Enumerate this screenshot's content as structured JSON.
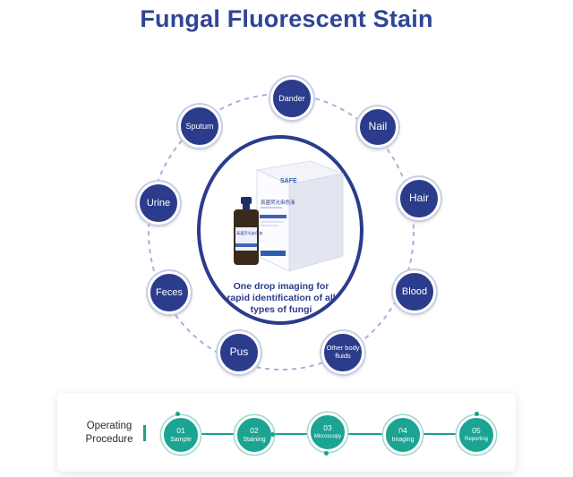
{
  "title": "Fungal Fluorescent Stain",
  "specimens": [
    {
      "label": "Dander"
    },
    {
      "label": "Nail"
    },
    {
      "label": "Hair"
    },
    {
      "label": "Blood"
    },
    {
      "label": "Other body fluids"
    },
    {
      "label": "Pus"
    },
    {
      "label": "Feces"
    },
    {
      "label": "Urine"
    },
    {
      "label": "Sputum"
    }
  ],
  "center": {
    "caption": "One drop imaging for rapid identification of all types of fungi"
  },
  "product": {
    "brand": "SAFE",
    "box_name": "真菌荧光染色液",
    "bottle_name": "真菌荧光染色液"
  },
  "procedure": {
    "label": "Operating Procedure",
    "steps": [
      {
        "num": "01",
        "name": "Sample"
      },
      {
        "num": "02",
        "name": "Staining"
      },
      {
        "num": "03",
        "name": "Microscopy"
      },
      {
        "num": "04",
        "name": "Imaging"
      },
      {
        "num": "05",
        "name": "Reporting"
      }
    ]
  },
  "colors": {
    "navy": "#2b3c8c",
    "title": "#2f4596",
    "teal": "#1ba492"
  }
}
